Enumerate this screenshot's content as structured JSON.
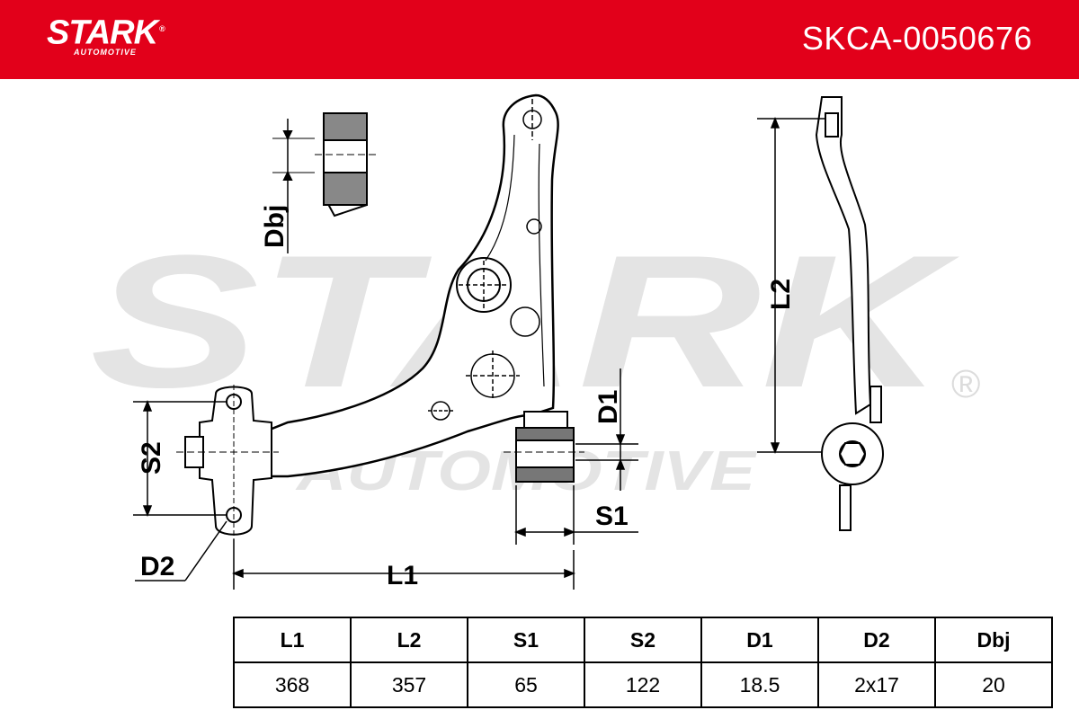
{
  "brand": {
    "name": "STARK",
    "sub": "AUTOMOTIVE",
    "registered": "®"
  },
  "part_number": "SKCA-0050676",
  "watermark": {
    "main": "STARK",
    "sub": "AUTOMOTIVE",
    "registered": "®"
  },
  "dimension_labels": {
    "dbj": "Dbj",
    "l2": "L2",
    "d1": "D1",
    "s1": "S1",
    "s2": "S2",
    "d2": "D2",
    "l1": "L1"
  },
  "specs": {
    "headers": [
      "L1",
      "L2",
      "S1",
      "S2",
      "D1",
      "D2",
      "Dbj"
    ],
    "values": [
      "368",
      "357",
      "65",
      "122",
      "18.5",
      "2x17",
      "20"
    ]
  },
  "colors": {
    "brand_red": "#e2001a",
    "watermark_gray": "#e4e4e4"
  }
}
